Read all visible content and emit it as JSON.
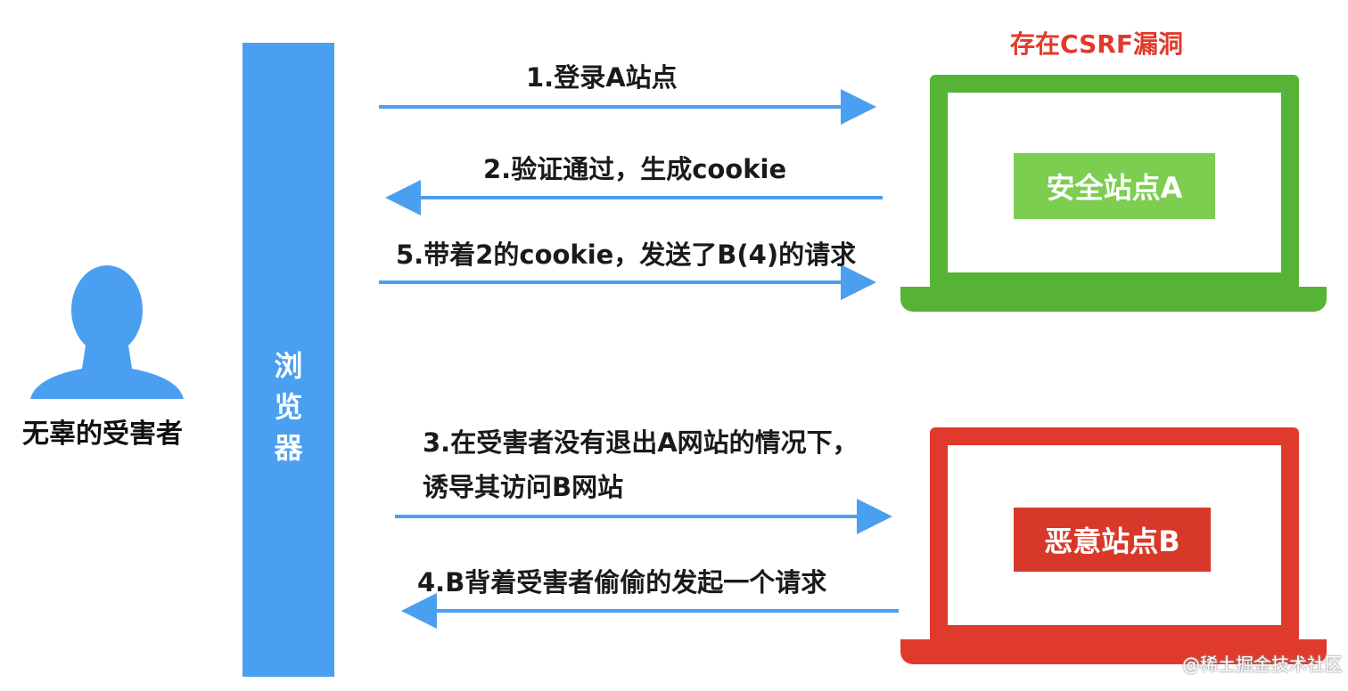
{
  "victim": {
    "label": "无辜的受害者",
    "icon": "person-icon",
    "color": "#4a9ff0"
  },
  "browser": {
    "label_chars": [
      "浏",
      "览",
      "器"
    ],
    "color": "#4a9ff0"
  },
  "site_a": {
    "label": "安全站点A",
    "frame_color": "#56b335",
    "box_color": "#7ccd50",
    "vulnerability_label": "存在CSRF漏洞",
    "vulnerability_color": "#e03a2c"
  },
  "site_b": {
    "label": "恶意站点B",
    "frame_color": "#e03a2c",
    "box_color": "#d8382a"
  },
  "steps": [
    {
      "label": "1.登录A站点",
      "direction": "to-site"
    },
    {
      "label": "2.验证通过，生成cookie",
      "direction": "to-browser"
    },
    {
      "label": "5.带着2的cookie，发送了B(4)的请求",
      "direction": "to-site"
    },
    {
      "label": "3.在受害者没有退出A网站的情况下，诱导其访问B网站",
      "direction": "to-site"
    },
    {
      "label": "4.B背着受害者偷偷的发起一个请求",
      "direction": "to-browser"
    }
  ],
  "arrow_color": "#4a9ff0",
  "watermark": "@稀土掘金技术社区"
}
